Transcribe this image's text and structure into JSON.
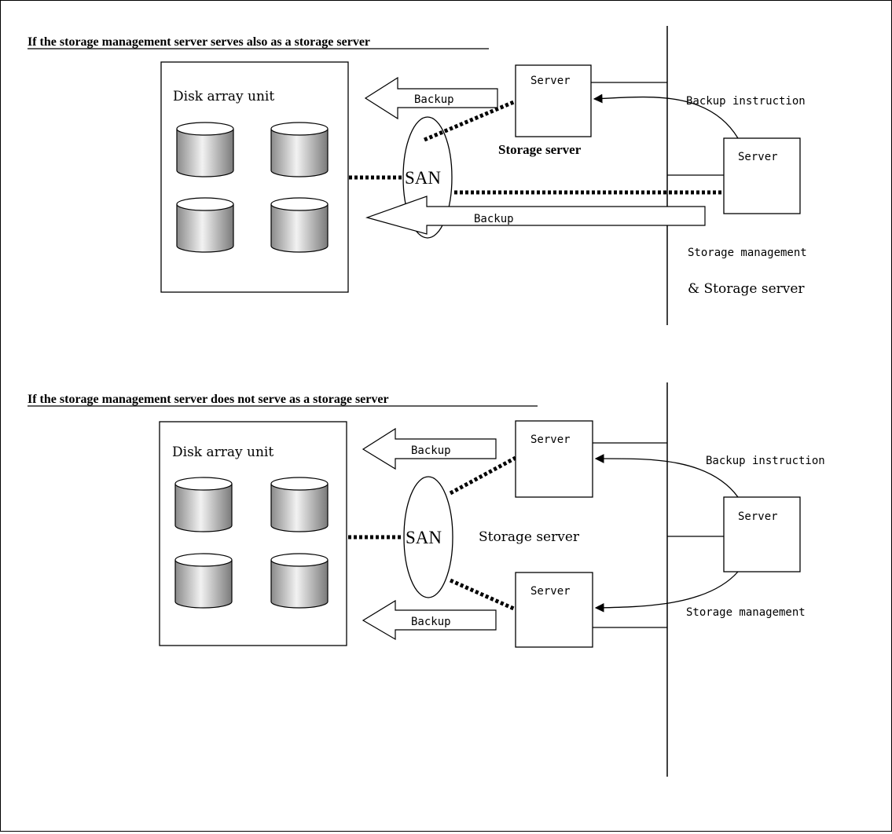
{
  "diagram1": {
    "title": "If the storage management server serves also as a storage server",
    "disk_array_label": "Disk array unit",
    "san_label": "SAN",
    "server_top_label": "Server",
    "server_top_caption": "Storage server",
    "server_mgmt_label": "Server",
    "backup_top_label": "Backup",
    "backup_bottom_label": "Backup",
    "instruction_label": "Backup instruction",
    "mgmt_caption_line1": "Storage management",
    "mgmt_caption_line2": "&  Storage server"
  },
  "diagram2": {
    "title": "If the storage management server does not serve as a storage server",
    "disk_array_label": "Disk array unit",
    "san_label": "SAN",
    "server_top_label": "Server",
    "server_bottom_label": "Server",
    "server_mgmt_label": "Server",
    "storage_server_caption": "Storage server",
    "backup_top_label": "Backup",
    "backup_bottom_label": "Backup",
    "instruction_label": "Backup instruction",
    "mgmt_caption": "Storage management"
  }
}
